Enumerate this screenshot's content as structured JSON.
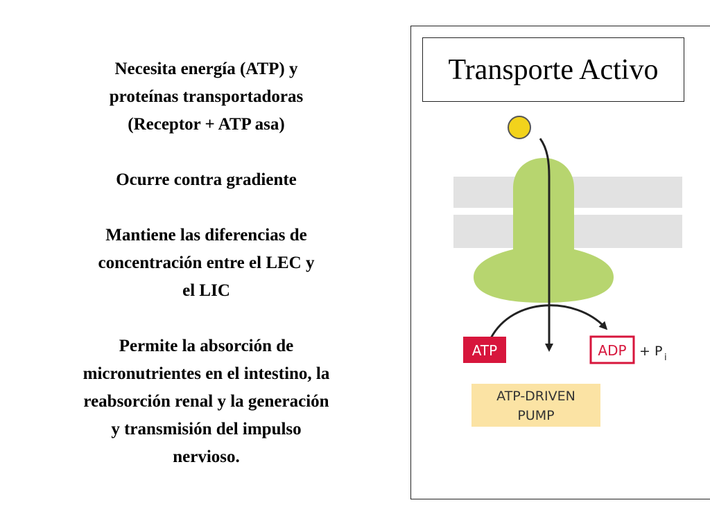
{
  "left_panel": {
    "para1": "Necesita energía (ATP) y\nproteínas transportadoras\n(Receptor + ATP asa)",
    "para2": "Ocurre contra gradiente",
    "para3": "Mantiene las diferencias de\nconcentración entre el      LEC  y\nel  LIC",
    "para4": "Permite la absorción de\nmicronutrientes en el intestino, la\nreabsorción renal y la generación\ny transmisión del impulso\nnervioso."
  },
  "figure": {
    "title": "Transporte Activo",
    "atp_label": "ATP",
    "adp_label": "ADP",
    "plus_label": "+ P",
    "subscript_label": "i",
    "pump_line1": "ATP-DRIVEN",
    "pump_line2": "PUMP",
    "colors": {
      "protein": "#b7d56f",
      "membrane": "#e2e2e2",
      "solute": "#f2d31c",
      "atp_box": "#d7163c",
      "adp_border": "#d7163c",
      "pump_box": "#fbe3a4"
    }
  }
}
